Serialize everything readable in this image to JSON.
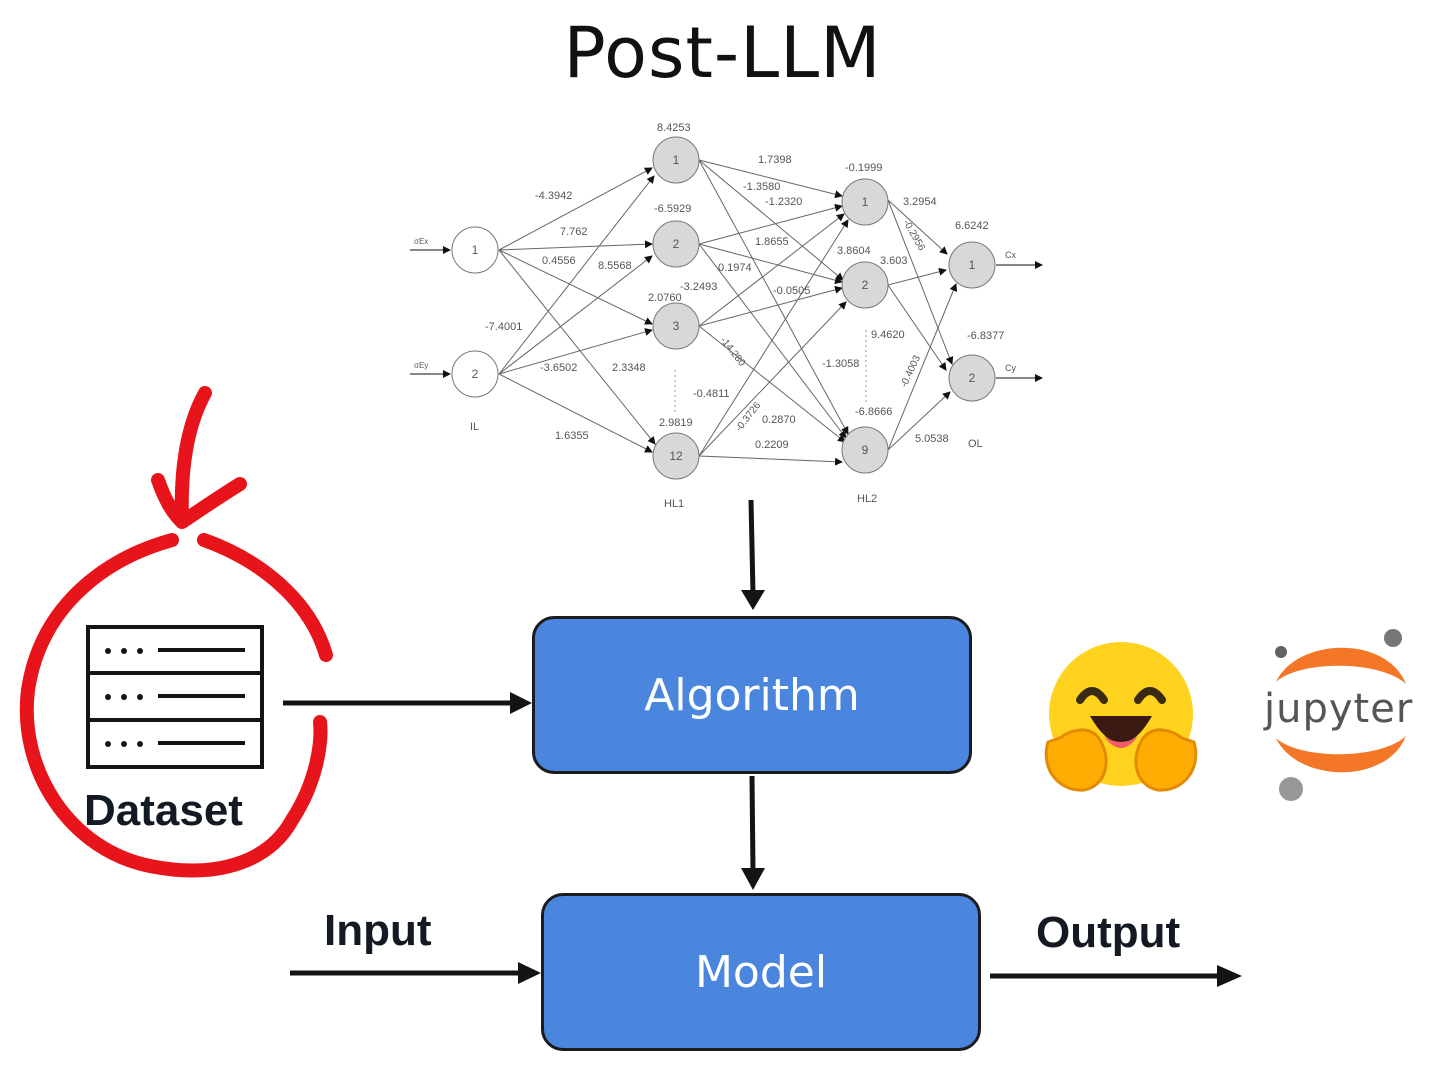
{
  "title": "Post-LLM",
  "boxes": {
    "algorithm": "Algorithm",
    "model": "Model"
  },
  "labels": {
    "dataset": "Dataset",
    "input": "Input",
    "output": "Output"
  },
  "logos": {
    "jupyter": "jupyter",
    "hugging_face": "hugging-face-emoji"
  },
  "colors": {
    "box_fill": "#4a86de",
    "annotation_red": "#e8141b",
    "jupyter_orange": "#f37726"
  },
  "network": {
    "layers": {
      "il": "IL",
      "hl1": "HL1",
      "hl2": "HL2",
      "ol": "OL"
    },
    "inputs": [
      "σEx",
      "σEy"
    ],
    "outputs": [
      "Cx",
      "Cy"
    ],
    "il_nodes": [
      "1",
      "2"
    ],
    "hl1_nodes": [
      "1",
      "2",
      "3",
      "12"
    ],
    "hl2_nodes": [
      "1",
      "2",
      "9"
    ],
    "ol_nodes": [
      "1",
      "2"
    ],
    "weights": {
      "w1": "-4.3942",
      "w2": "7.762",
      "w3": "0.4556",
      "w4": "-7.4001",
      "w5": "-3.6502",
      "w6": "1.6355",
      "w7": "8.5568",
      "w8": "2.3348",
      "w9": "1.7398",
      "w10": "-1.3580",
      "w11": "-1.2320",
      "w12": "1.8655",
      "w13": "0.1974",
      "w14": "-3.2493",
      "w15": "-0.0505",
      "w16": "-14.280",
      "w17": "-1.3058",
      "w18": "-0.4811",
      "w19": "-0.3726",
      "w20": "0.2870",
      "w21": "-6.8666",
      "w22": "0.2209",
      "w23": "3.2954",
      "w24": "-0.2956",
      "w25": "3.603",
      "w26": "9.4620",
      "w27": "-0.4003",
      "w28": "5.0538",
      "w29": "-6.8377"
    },
    "biases": {
      "hl1_1": "8.4253",
      "hl1_2": "-6.5929",
      "hl1_3": "2.0760",
      "hl1_12": "2.9819",
      "hl2_1": "-0.1999",
      "hl2_2": "3.8604",
      "ol_1": "6.6242"
    }
  }
}
